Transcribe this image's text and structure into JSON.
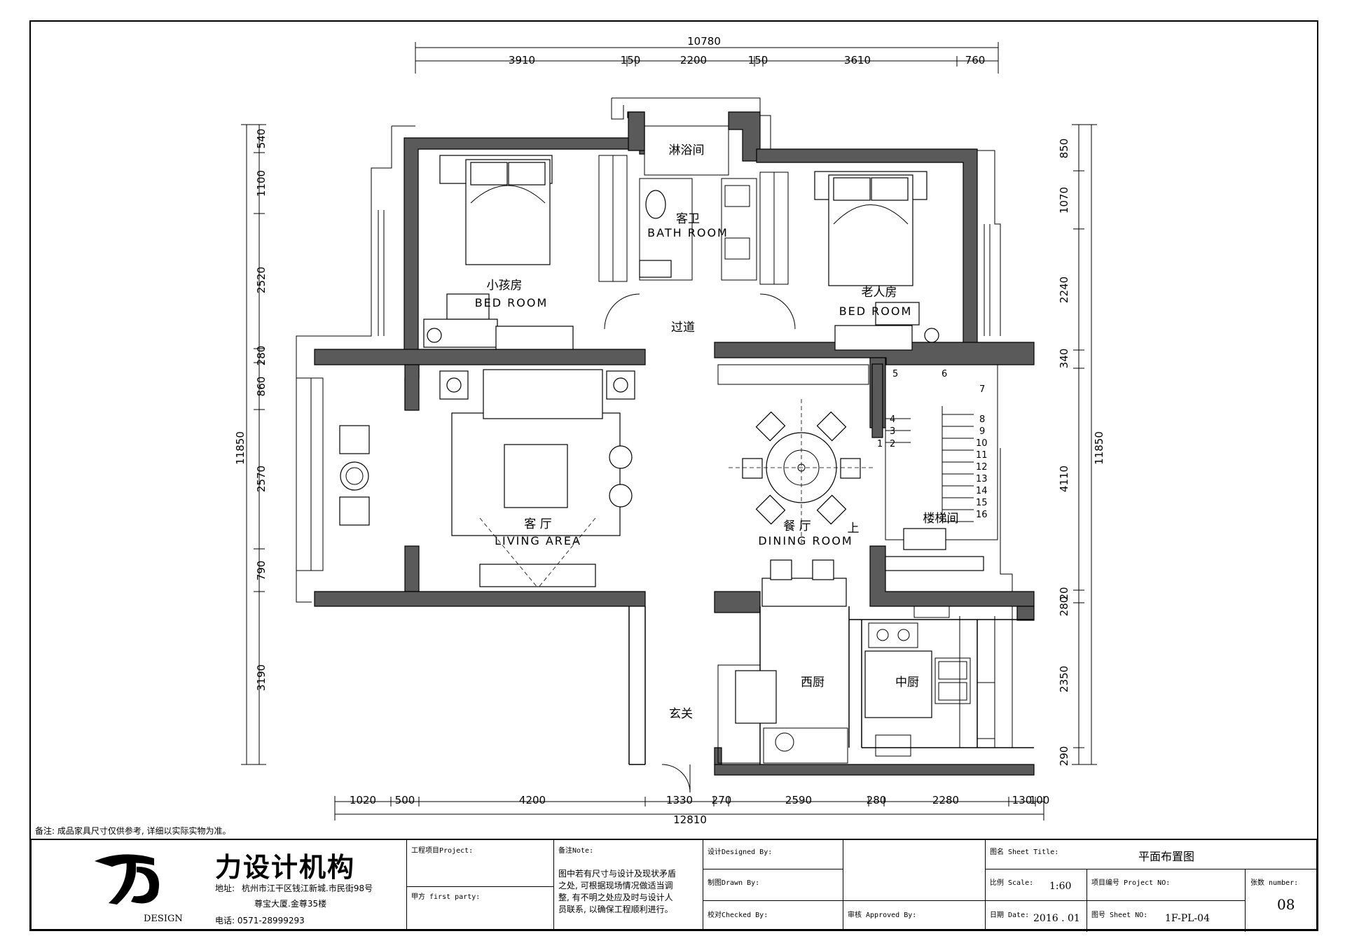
{
  "rooms": {
    "kids_bedroom": {
      "cn": "小孩房",
      "en": "BED   ROOM"
    },
    "elder_bedroom": {
      "cn": "老人房",
      "en": "BED   ROOM"
    },
    "shower": {
      "cn": "淋浴间"
    },
    "guest_bath": {
      "cn": "客卫",
      "en": "BATH   ROOM"
    },
    "corridor": {
      "cn": "过道"
    },
    "living": {
      "cn": "客   厅",
      "en": "LIVING    AREA"
    },
    "dining": {
      "cn": "餐   厅",
      "en": "DINING ROOM"
    },
    "stair_up": {
      "cn": "上"
    },
    "stairwell": {
      "cn": "楼梯间"
    },
    "western_kitchen": {
      "cn": "西厨"
    },
    "chinese_kitchen": {
      "cn": "中厨"
    },
    "foyer": {
      "cn": "玄关"
    }
  },
  "stair_numbers": [
    "1",
    "2",
    "3",
    "4",
    "5",
    "6",
    "7",
    "8",
    "9",
    "10",
    "11",
    "12",
    "13",
    "14",
    "15",
    "16"
  ],
  "dimensions": {
    "top_total": "10780",
    "top": [
      "3910",
      "150",
      "2200",
      "150",
      "3610",
      "760"
    ],
    "bottom_total": "12810",
    "bottom": [
      "1020",
      "500",
      "4200",
      "1330",
      "270",
      "2590",
      "280",
      "2280",
      "130",
      "100"
    ],
    "left_total": "11850",
    "left": [
      "540",
      "1100",
      "2520",
      "280",
      "860",
      "2570",
      "790",
      "3190"
    ],
    "right_total": "11850",
    "right": [
      "850",
      "1070",
      "2240",
      "340",
      "4110",
      "20",
      "280",
      "2350",
      "290"
    ]
  },
  "note": "备注: 成品家具尺寸仅供参考, 详细以实际实物为准。",
  "titleblock": {
    "logo_text": "DESIGN",
    "company": "力设计机构",
    "address_label": "地址:",
    "address1": "杭州市江干区钱江新城.市民街98号",
    "address2": "尊宝大厦.金尊35楼",
    "phone": "电话: 0571-28999293",
    "project_label": "工程项目Project:",
    "party_label": "甲方 first party:",
    "note_label": "备注Note:",
    "note_text1": "图中若有尺寸与设计及现状矛盾",
    "note_text2": "之处, 可根据现场情况做适当调",
    "note_text3": "整, 有不明之处应及时与设计人",
    "note_text4": "员联系, 以确保工程顺利进行。",
    "design_label": "设计Designed By:",
    "drawn_label": "制图Drawn By:",
    "checked_label": "校对Checked By:",
    "approved_label": "审核 Approved By:",
    "sheet_title_label": "图名 Sheet Title:",
    "sheet_title": "平面布置图",
    "scale_label": "比例 Scale:",
    "scale": "1:60",
    "project_no_label": "项目编号 Project NO:",
    "date_label": "日期 Date:",
    "date": "2016 . 01",
    "sheet_no_label": "图号 Sheet NO:",
    "sheet_no": "1F-PL-04",
    "count_label": "张数 number:",
    "count": "08"
  }
}
